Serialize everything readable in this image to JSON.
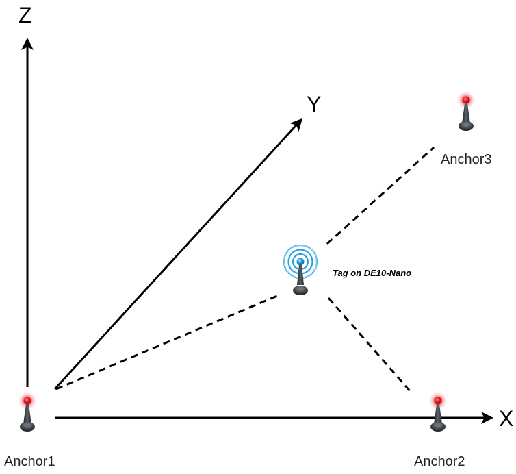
{
  "axes": {
    "x_label": "X",
    "y_label": "Y",
    "z_label": "Z"
  },
  "anchors": [
    {
      "label": "Anchor1",
      "icon": "antenna-red-beacon-icon"
    },
    {
      "label": "Anchor2",
      "icon": "antenna-red-beacon-icon"
    },
    {
      "label": "Anchor3",
      "icon": "antenna-red-beacon-icon"
    }
  ],
  "tag": {
    "label": "Tag on DE10-Nano",
    "icon": "antenna-wireless-signal-icon"
  },
  "colors": {
    "axis": "#000000",
    "anchor_beacon": "#e8202a",
    "anchor_glow": "#f7b8bc",
    "tag_signal": "#29a3e0",
    "antenna_body": "#3c4045"
  }
}
